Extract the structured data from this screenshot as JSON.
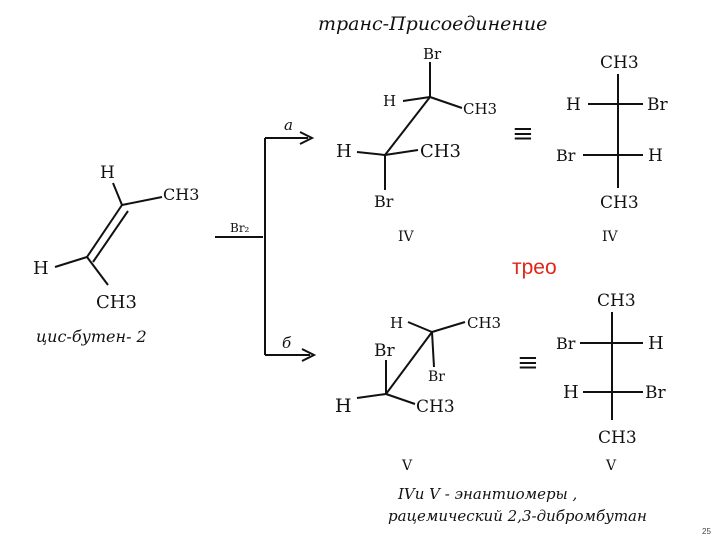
{
  "title": "транс-Присоединение",
  "reagent": "Br₂",
  "path_a": "a",
  "path_b": "б",
  "equiv": "≡",
  "left_mol": {
    "h1": "H",
    "ch3_1": "CH3",
    "h2": "H",
    "ch3_2": "CH3",
    "name": "цис-бутен- 2"
  },
  "iv_3d": {
    "br_top": "Br",
    "h_top": "H",
    "ch3_top": "CH3",
    "h_bot": "H",
    "ch3_bot": "CH3",
    "br_bot": "Br",
    "label": "IV"
  },
  "iv_fischer": {
    "ch3_top": "CH3",
    "h_left": "H",
    "br_right": "Br",
    "br_left": "Br",
    "h_right": "H",
    "ch3_bot": "CH3",
    "label": "IV"
  },
  "threo": "трео",
  "v_3d": {
    "h_top": "H",
    "ch3_top": "CH3",
    "br_left": "Br",
    "br_mid": "Br",
    "h_bot": "H",
    "ch3_bot": "CH3",
    "label": "V"
  },
  "v_fischer": {
    "ch3_top": "CH3",
    "br_left": "Br",
    "h_right": "H",
    "h_left": "H",
    "br_right": "Br",
    "ch3_bot": "CH3",
    "label": "V"
  },
  "caption_line1": "IVи V - энантиомеры ,",
  "caption_line2": "рацемический 2,3-дибромбутан",
  "page_number": "25"
}
